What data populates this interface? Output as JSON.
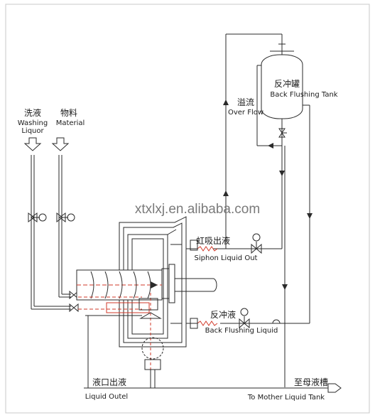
{
  "labels": {
    "washing_cn": "洗液",
    "washing_en_1": "Washing",
    "washing_en_2": "Liquor",
    "material_cn": "物料",
    "material_en": "Material",
    "tank_cn": "反冲罐",
    "tank_en": "Back Flushing Tank",
    "overflow_cn": "溢流",
    "overflow_en": "Over Flow",
    "siphon_cn": "虹吸出液",
    "siphon_en": "Siphon Liquid Out",
    "backflush_cn": "反冲液",
    "backflush_en": "Back Flushing Liquid",
    "outlet_cn": "液口出液",
    "outlet_en": "Liquid Outel",
    "mother_cn": "至母液槽",
    "mother_en": "To Mother Liquid Tank"
  },
  "watermark": "xtxlxj.en.alibaba.com",
  "colors": {
    "line": "#2a2a2a",
    "accent": "#d23a2a"
  }
}
